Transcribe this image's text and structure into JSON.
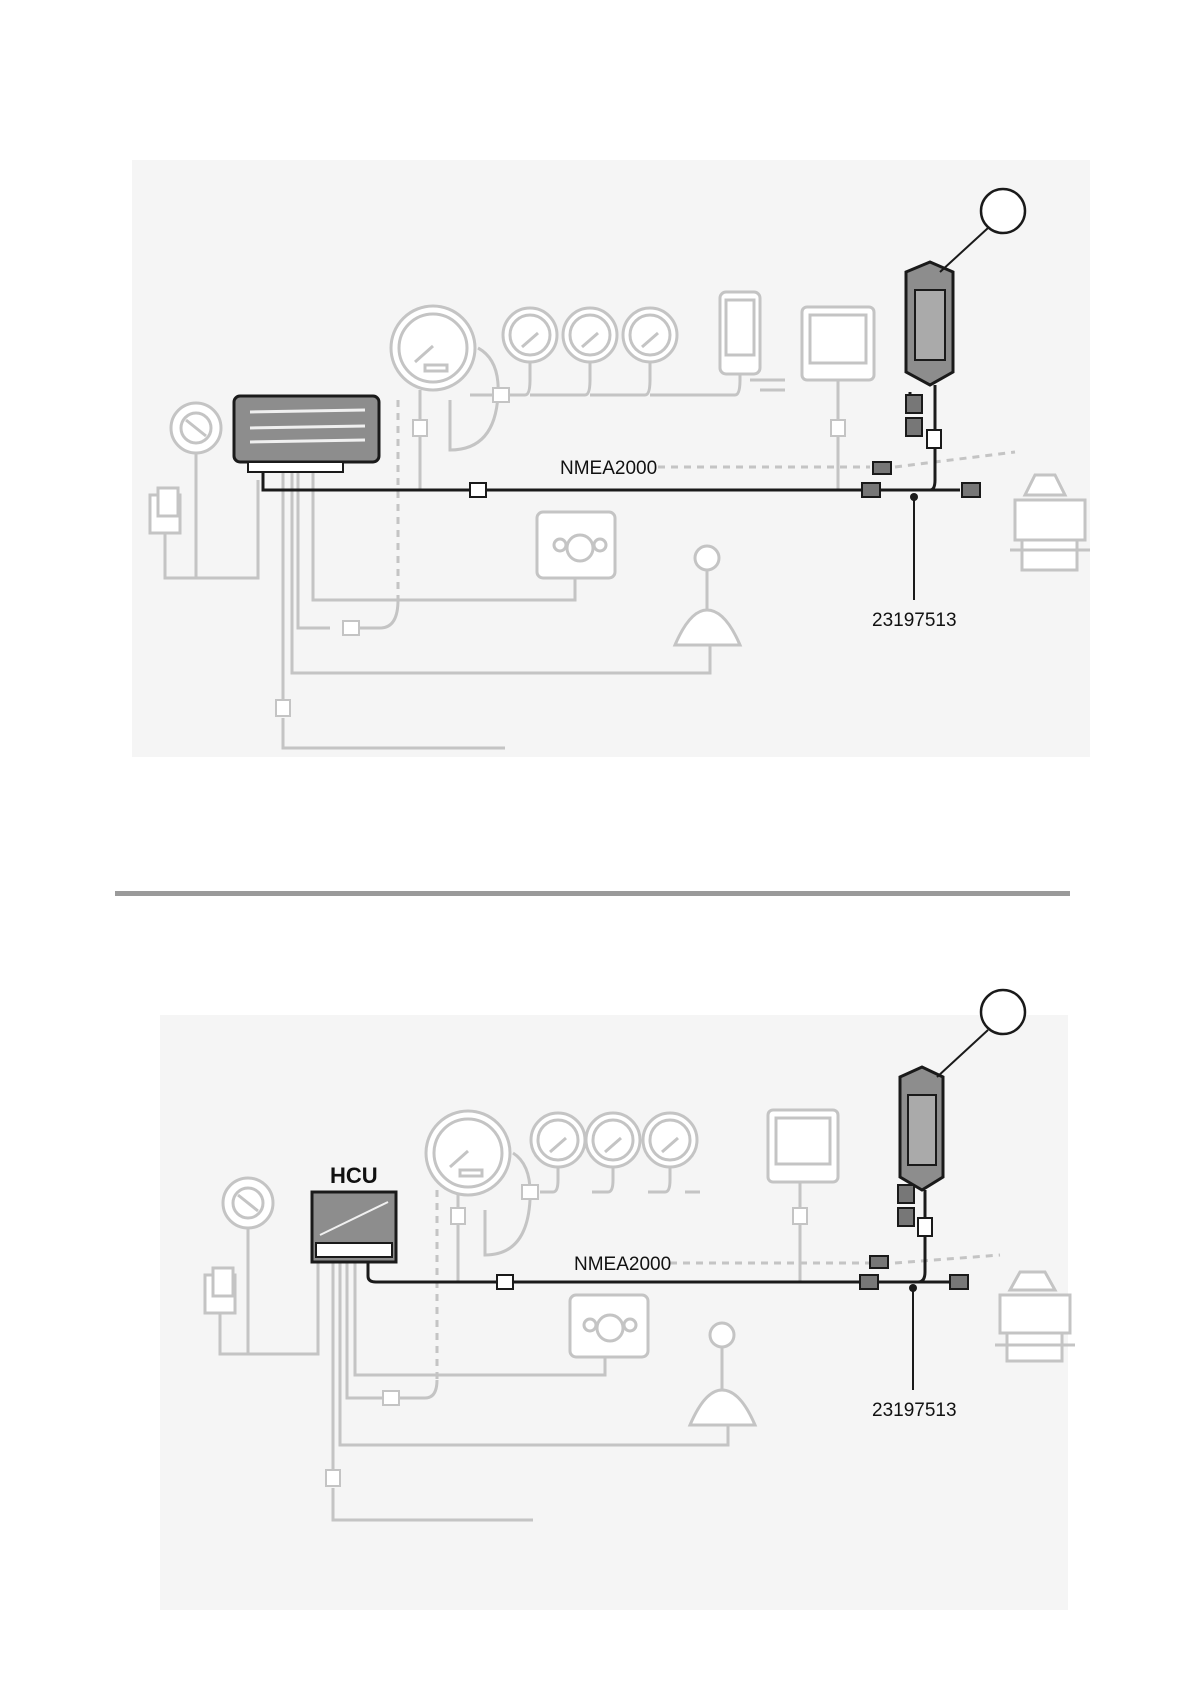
{
  "diagram_top": {
    "network_label": "NMEA2000",
    "part_number": "23197513"
  },
  "diagram_bottom": {
    "unit_label": "HCU",
    "network_label": "NMEA2000",
    "part_number": "23197513"
  },
  "colors": {
    "faded_line": "#c4c4c4",
    "panel_bg": "#f5f5f5",
    "dark_cable": "#1a1a1a",
    "rule": "#9a9a9a"
  }
}
